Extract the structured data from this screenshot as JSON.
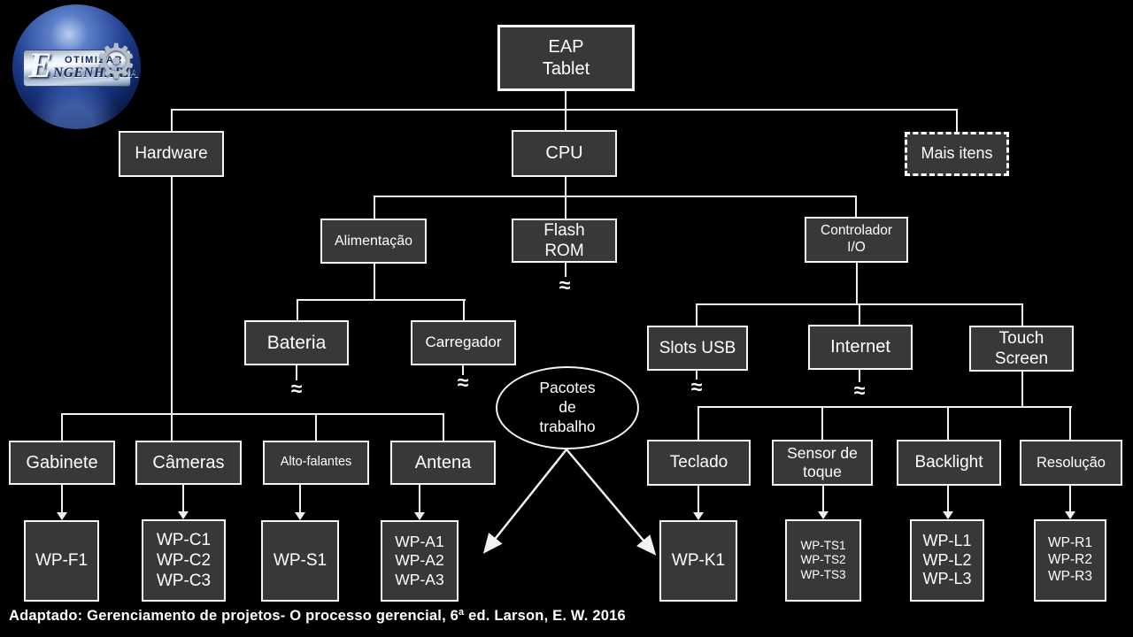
{
  "symbols": {
    "approx": "≈"
  },
  "colors": {
    "background": "#000000",
    "box_fill": "#3a3737",
    "box_border": "#f7f7f7",
    "connector": "#f2f2f2",
    "text": "#ffffff",
    "logo_sphere_blue": "#1d3c8d",
    "logo_band_silver": "#e9eff8",
    "logo_text_navy": "#14285c"
  },
  "logo": {
    "line1": "OTIMIZAR",
    "initial": "E",
    "line2": "NGENHARIA",
    "gear_glyph": "⚙"
  },
  "caption": "Adaptado: Gerenciamento de projetos- O processo gerencial, 6ª ed. Larson, E. W. 2016",
  "nodes": {
    "eap": {
      "label": "EAP\nTablet"
    },
    "hardware": {
      "label": "Hardware"
    },
    "cpu": {
      "label": "CPU"
    },
    "mais_itens": {
      "label": "Mais itens"
    },
    "alimentacao": {
      "label": "Alimentação"
    },
    "flash_rom": {
      "label": "Flash\nROM"
    },
    "controlador_io": {
      "label": "Controlador\nI/O"
    },
    "bateria": {
      "label": "Bateria"
    },
    "carregador": {
      "label": "Carregador"
    },
    "slots_usb": {
      "label": "Slots USB"
    },
    "internet": {
      "label": "Internet"
    },
    "touch_screen": {
      "label": "Touch\nScreen"
    },
    "gabinete": {
      "label": "Gabinete"
    },
    "cameras": {
      "label": "Câmeras"
    },
    "alto_falantes": {
      "label": "Alto-falantes"
    },
    "antena": {
      "label": "Antena"
    },
    "teclado": {
      "label": "Teclado"
    },
    "sensor_toque": {
      "label": "Sensor de\ntoque"
    },
    "backlight": {
      "label": "Backlight"
    },
    "resolucao": {
      "label": "Resolução"
    },
    "wp_f": {
      "label": "WP-F1"
    },
    "wp_c": {
      "label": "WP-C1\nWP-C2\nWP-C3"
    },
    "wp_s": {
      "label": "WP-S1"
    },
    "wp_a": {
      "label": "WP-A1\nWP-A2\nWP-A3"
    },
    "wp_k": {
      "label": "WP-K1"
    },
    "wp_ts": {
      "label": "WP-TS1\nWP-TS2\nWP-TS3"
    },
    "wp_l": {
      "label": "WP-L1\nWP-L2\nWP-L3"
    },
    "wp_r": {
      "label": "WP-R1\nWP-R2\nWP-R3"
    },
    "pacotes": {
      "label": "Pacotes\nde\ntrabalho"
    }
  },
  "hierarchy": {
    "root": "EAP Tablet",
    "children": {
      "Hardware": {
        "children": [
          "Gabinete",
          "Câmeras",
          "Alto-falantes",
          "Antena"
        ]
      },
      "CPU": {
        "children": {
          "Alimentação": {
            "children": [
              "Bateria",
              "Carregador"
            ]
          },
          "Flash ROM": {
            "truncated": true
          },
          "Controlador I/O": {
            "children": {
              "Slots USB": {
                "truncated": true
              },
              "Internet": {
                "truncated": true
              },
              "Touch Screen": {
                "children": [
                  "Teclado",
                  "Sensor de toque",
                  "Backlight",
                  "Resolução"
                ]
              }
            }
          }
        }
      },
      "Mais itens": {
        "style": "dashed"
      }
    },
    "work_packages": {
      "Gabinete": [
        "WP-F1"
      ],
      "Câmeras": [
        "WP-C1",
        "WP-C2",
        "WP-C3"
      ],
      "Alto-falantes": [
        "WP-S1"
      ],
      "Antena": [
        "WP-A1",
        "WP-A2",
        "WP-A3"
      ],
      "Teclado": [
        "WP-K1"
      ],
      "Sensor de toque": [
        "WP-TS1",
        "WP-TS2",
        "WP-TS3"
      ],
      "Backlight": [
        "WP-L1",
        "WP-L2",
        "WP-L3"
      ],
      "Resolução": [
        "WP-R1",
        "WP-R2",
        "WP-R3"
      ]
    },
    "annotation": "Pacotes de trabalho → points to WP-A group and WP-K1"
  }
}
